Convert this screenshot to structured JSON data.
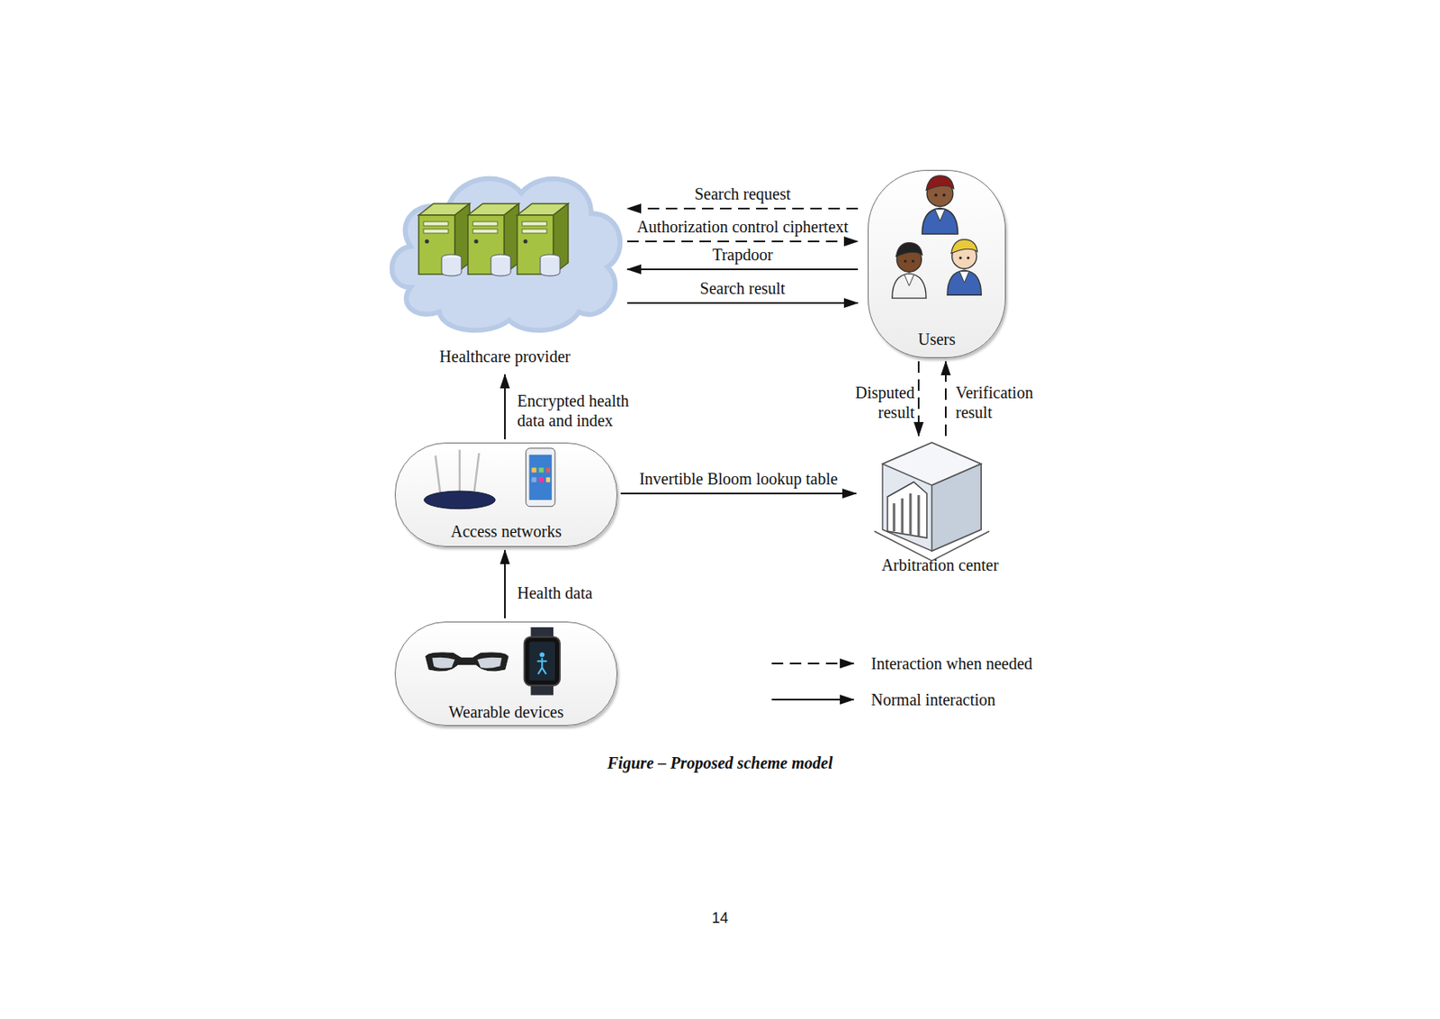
{
  "diagram": {
    "caption": "Figure – Proposed scheme model",
    "nodes": [
      {
        "text": [
          "Healthcare provider"
        ]
      },
      {
        "text": [
          "Users"
        ]
      },
      {
        "text": [
          "Access networks"
        ]
      },
      {
        "text": [
          "Arbitration center"
        ]
      },
      {
        "text": [
          "Wearable devices"
        ]
      }
    ],
    "edges": [
      {
        "from": 1,
        "to": 0,
        "label": "Search request",
        "arrow": "to"
      },
      {
        "from": 0,
        "to": 1,
        "label": "Authorization control ciphertext",
        "arrow": "to"
      },
      {
        "from": 1,
        "to": 0,
        "label": "Trapdoor",
        "arrow": "to"
      },
      {
        "from": 0,
        "to": 1,
        "label": "Search result",
        "arrow": "to"
      },
      {
        "from": 2,
        "to": 0,
        "label": "Encrypted health data and index",
        "arrow": "to"
      },
      {
        "from": 4,
        "to": 2,
        "label": "Health data",
        "arrow": "to"
      },
      {
        "from": 2,
        "to": 3,
        "label": "Invertible Bloom lookup table",
        "arrow": "to"
      },
      {
        "from": 1,
        "to": 3,
        "label": "Disputed result",
        "arrow": "to"
      },
      {
        "from": 3,
        "to": 1,
        "label": "Verification result",
        "arrow": "to"
      }
    ],
    "labels": [
      "14"
    ],
    "legend": [
      {
        "text": "Interaction when needed"
      },
      {
        "text": "Normal interaction"
      }
    ]
  }
}
